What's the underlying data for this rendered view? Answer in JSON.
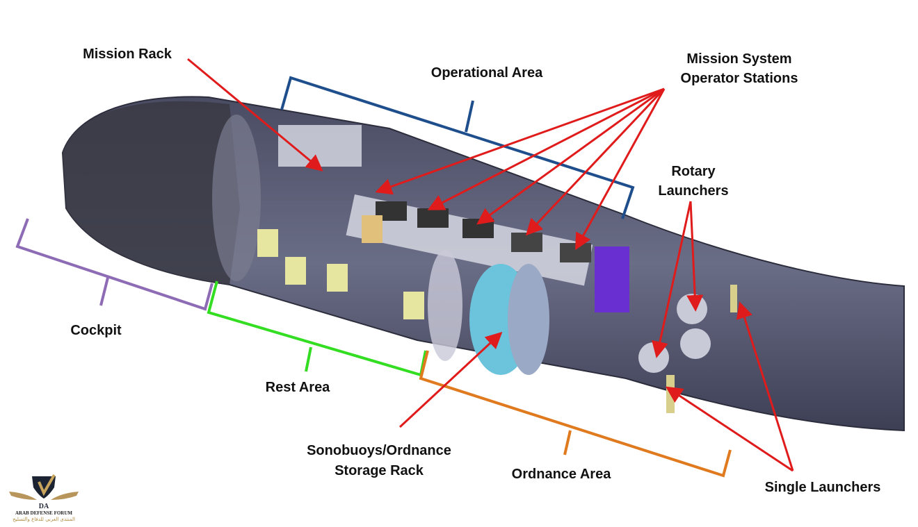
{
  "labels": {
    "mission_rack": "Mission Rack",
    "operational_area": "Operational Area",
    "mission_system_line1": "Mission System",
    "mission_system_line2": "Operator Stations",
    "rotary_line1": "Rotary",
    "rotary_line2": "Launchers",
    "cockpit": "Cockpit",
    "rest_area": "Rest Area",
    "sonobuoys_line1": "Sonobuoys/Ordnance",
    "sonobuoys_line2": "Storage Rack",
    "ordnance_area": "Ordnance Area",
    "single_launchers": "Single Launchers"
  },
  "colors": {
    "arrow": "#e01b1b",
    "operational_bracket": "#1f4e8c",
    "cockpit_bracket": "#8e6bb5",
    "rest_bracket": "#33dd22",
    "ordnance_bracket": "#e07a1f"
  },
  "logo": {
    "mark": "DA",
    "name": "ARAB DEFENSE FORUM",
    "arabic": "المنتدى العربي للدفاع والتسليح"
  }
}
